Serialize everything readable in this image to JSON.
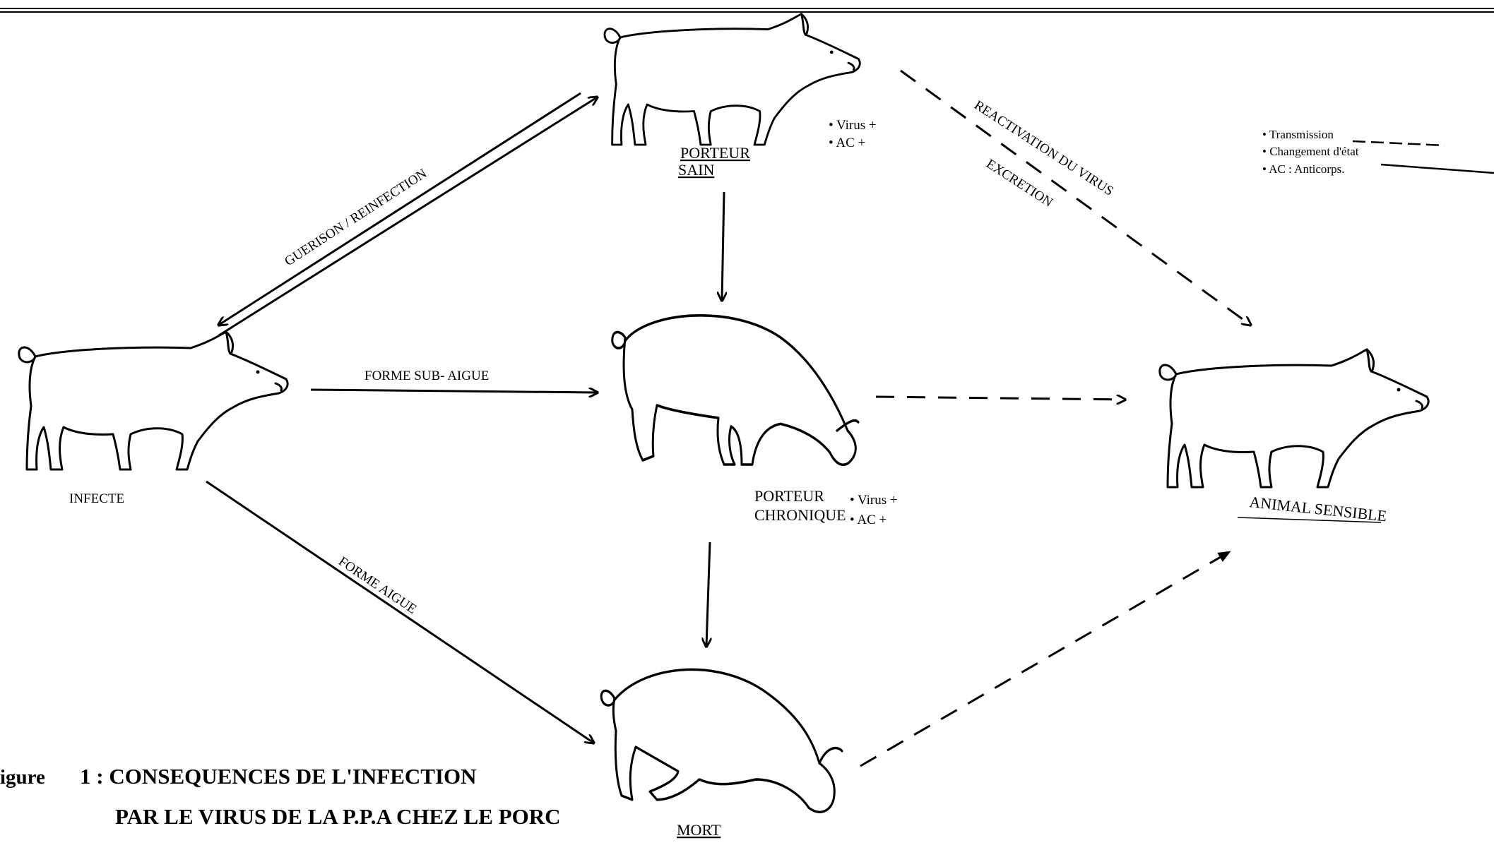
{
  "caption": {
    "line1_prefix": "igure",
    "line1": "1 : CONSEQUENCES DE L'INFECTION",
    "line2": "PAR LE VIRUS DE LA P.P.A CHEZ LE PORC"
  },
  "nodes": {
    "porteur_sain": {
      "line1": "PORTEUR",
      "line2": "SAIN",
      "marks": [
        "• Virus +",
        "• AC +"
      ]
    },
    "infecte": {
      "label": "INFECTE"
    },
    "porteur_chronique": {
      "line1": "PORTEUR",
      "line2": "CHRONIQUE",
      "marks": [
        "• Virus +",
        "• AC +"
      ]
    },
    "animal_sensible": {
      "label": "ANIMAL SENSIBLE"
    },
    "mort": {
      "label": "MORT"
    }
  },
  "edges": {
    "guerison": "GUERISON / REINFECTION",
    "reactivation": "REACTIVATION DU VIRUS",
    "excretion": "EXCRETION",
    "forme_sub_aigue": "FORME SUB- AIGUE",
    "forme_aigue": "FORME AIGUE"
  },
  "legend": {
    "items": [
      "• Transmission",
      "• Changement d'état",
      "• AC : Anticorps."
    ]
  }
}
